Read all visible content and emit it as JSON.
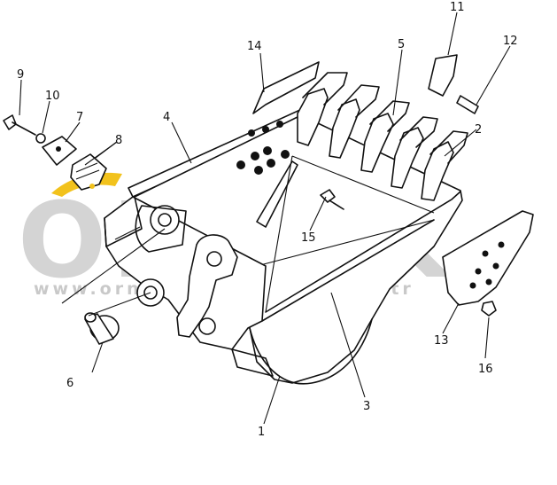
{
  "watermark": {
    "brand": "ORNEK",
    "url": "www.orneksmakinalari.com.tr",
    "accent_color": "#f2c21c"
  },
  "callouts": [
    {
      "id": "c1",
      "text": "1"
    },
    {
      "id": "c2",
      "text": "2"
    },
    {
      "id": "c3",
      "text": "3"
    },
    {
      "id": "c4",
      "text": "4"
    },
    {
      "id": "c5",
      "text": "5"
    },
    {
      "id": "c6",
      "text": "6"
    },
    {
      "id": "c7",
      "text": "7"
    },
    {
      "id": "c8",
      "text": "8"
    },
    {
      "id": "c9",
      "text": "9"
    },
    {
      "id": "c10",
      "text": "10"
    },
    {
      "id": "c11",
      "text": "11"
    },
    {
      "id": "c12",
      "text": "12"
    },
    {
      "id": "c13",
      "text": "13"
    },
    {
      "id": "c14",
      "text": "14"
    },
    {
      "id": "c15",
      "text": "15"
    },
    {
      "id": "c16",
      "text": "16"
    }
  ]
}
